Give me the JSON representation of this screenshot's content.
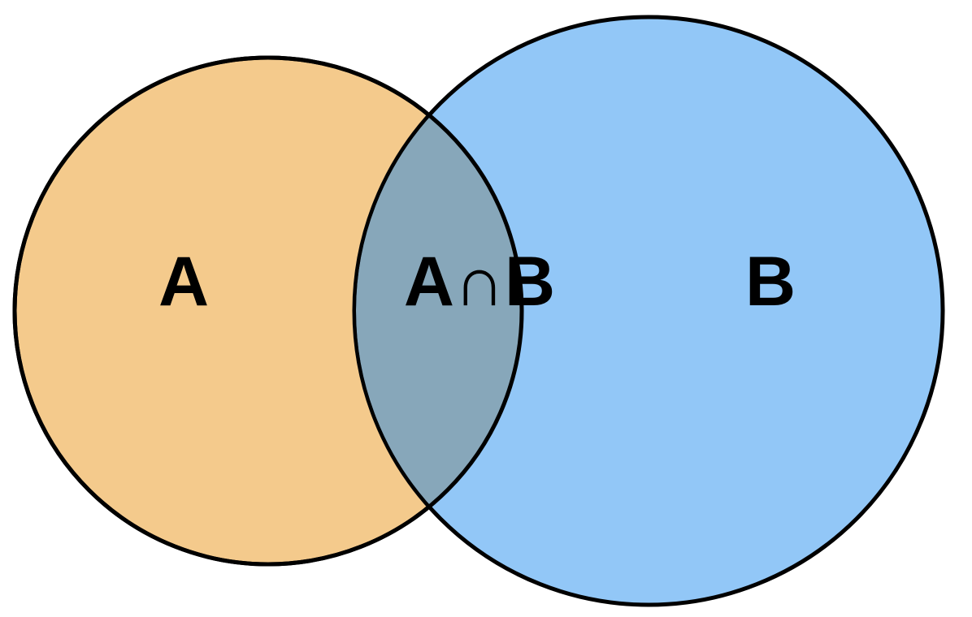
{
  "venn": {
    "set_a": {
      "label": "A",
      "color": "#f4ca8c"
    },
    "set_b": {
      "label": "B",
      "color": "#92c7f7"
    },
    "intersection": {
      "label": "A∩B",
      "color": "#87a7ba"
    },
    "outline_color": "#000000",
    "background": "#ffffff"
  }
}
